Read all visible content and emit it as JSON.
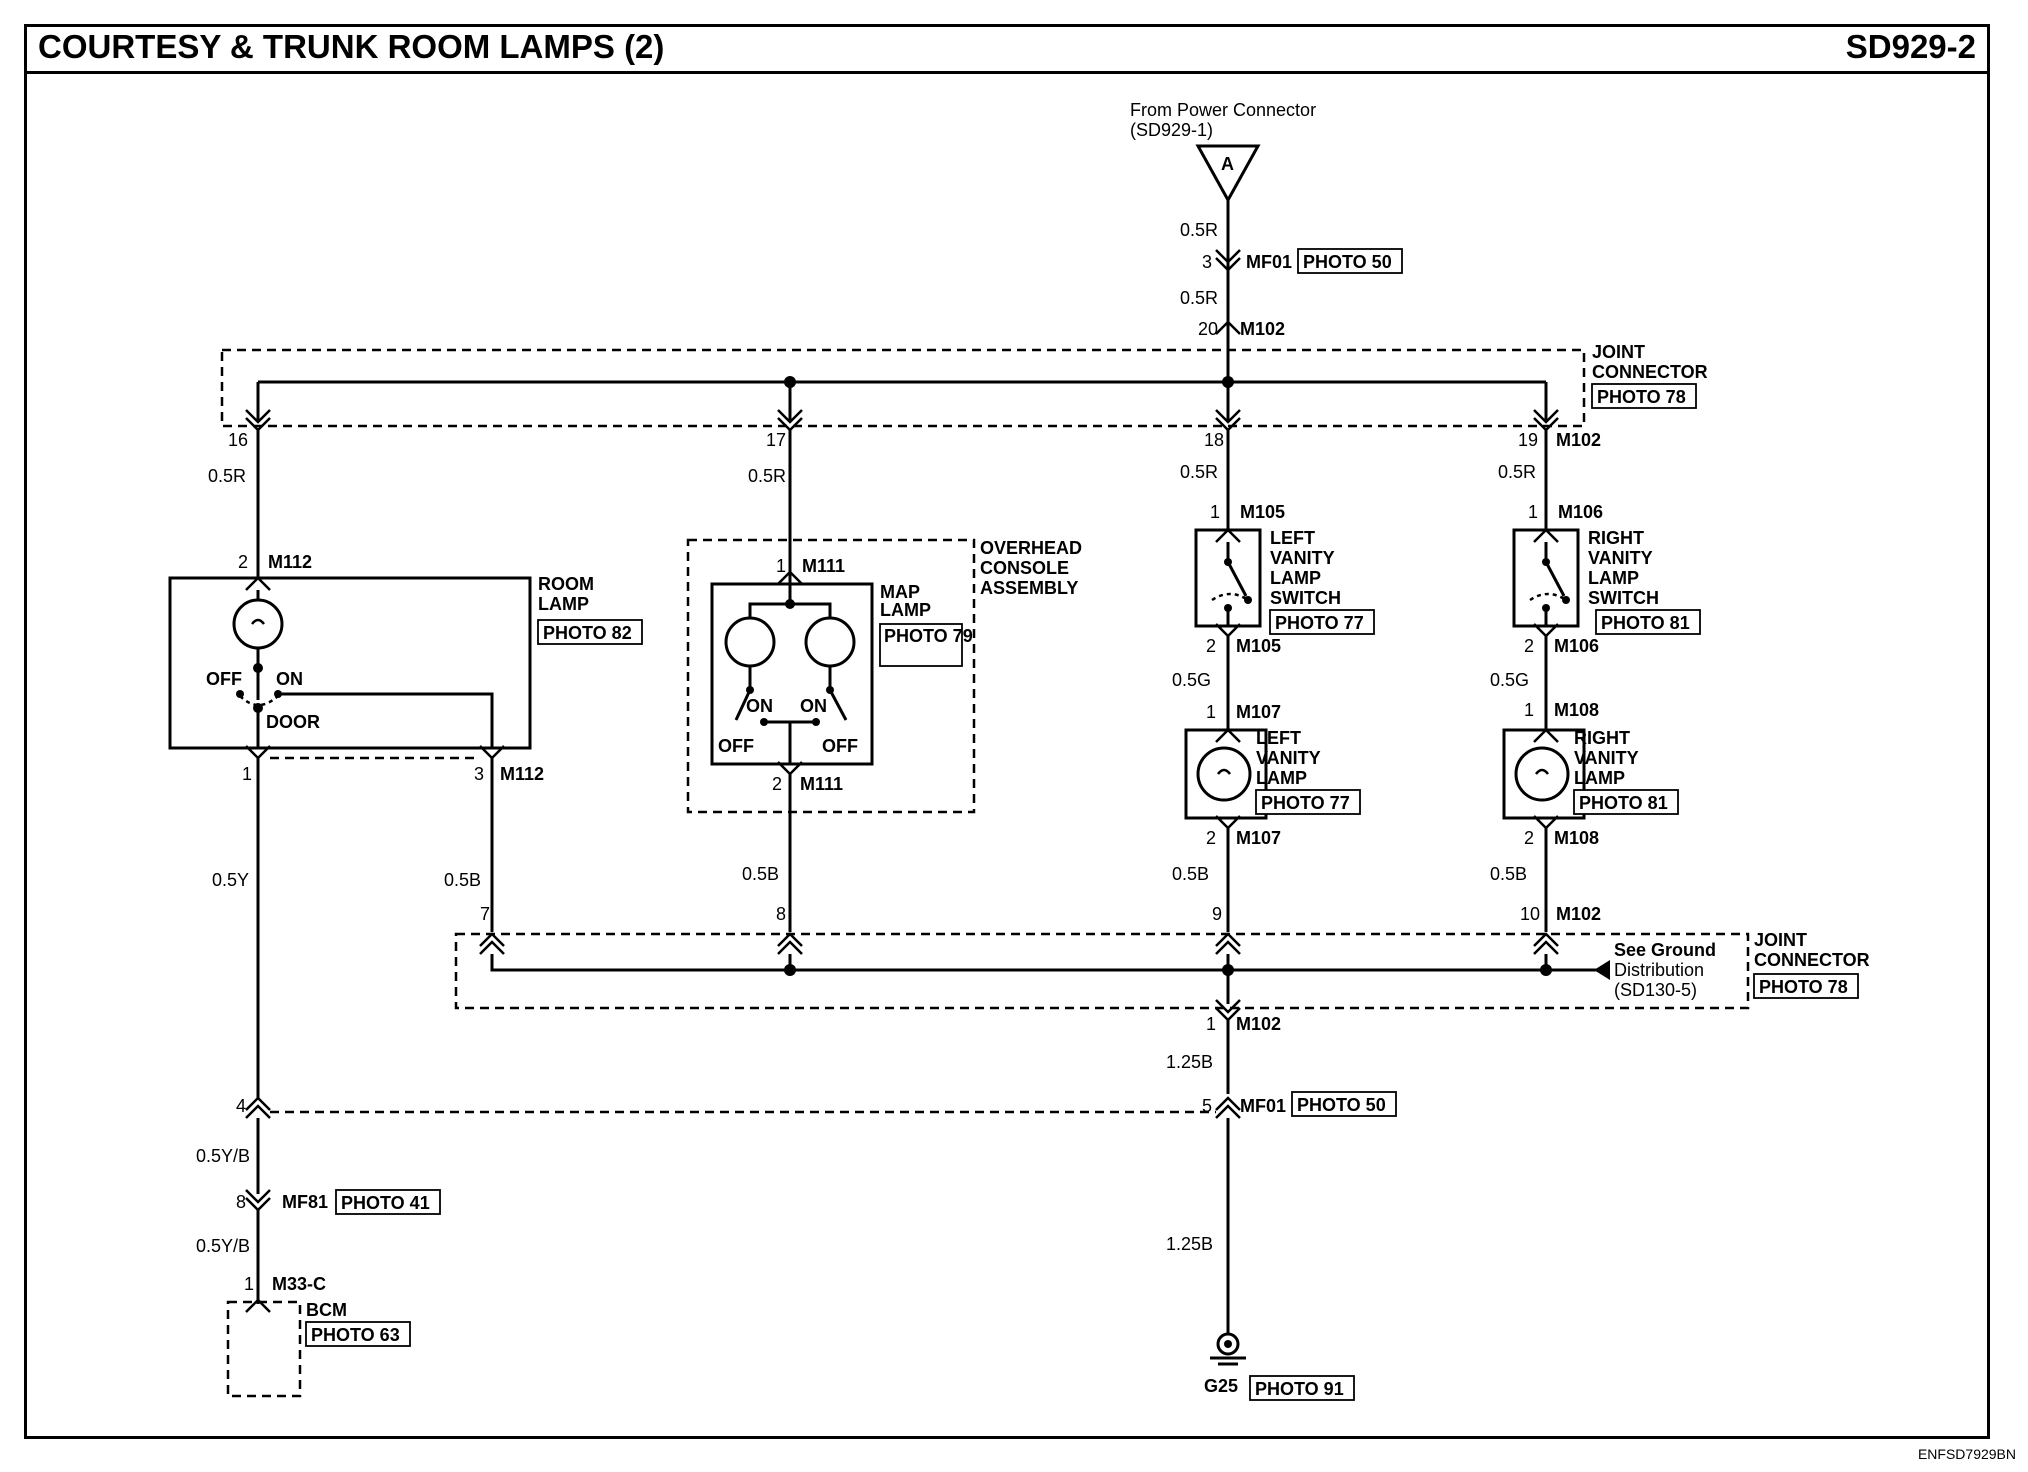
{
  "header": {
    "title": "COURTESY & TRUNK ROOM LAMPS (2)",
    "code": "SD929-2"
  },
  "footer": {
    "code": "ENFSD7929BN"
  },
  "source": {
    "text1": "From Power Connector",
    "text2": "(SD929-1)",
    "letter": "A"
  },
  "wires": {
    "w05R": "0.5R",
    "w05G": "0.5G",
    "w05B": "0.5B",
    "w05Y": "0.5Y",
    "w05YB": "0.5Y/B",
    "w125B": "1.25B"
  },
  "connectors": {
    "MF01": "MF01",
    "M102": "M102",
    "M105": "M105",
    "M106": "M106",
    "M107": "M107",
    "M108": "M108",
    "M111": "M111",
    "M112": "M112",
    "MF81": "MF81",
    "M33C": "M33-C",
    "G25": "G25"
  },
  "pins": {
    "p1": "1",
    "p2": "2",
    "p3": "3",
    "p4": "4",
    "p5": "5",
    "p7": "7",
    "p8": "8",
    "p9": "9",
    "p10": "10",
    "p16": "16",
    "p17": "17",
    "p18": "18",
    "p19": "19",
    "p20": "20"
  },
  "photos": {
    "p41": "PHOTO 41",
    "p50": "PHOTO 50",
    "p63": "PHOTO 63",
    "p77": "PHOTO 77",
    "p78": "PHOTO 78",
    "p79": "PHOTO 79",
    "p81": "PHOTO 81",
    "p82": "PHOTO 82",
    "p91": "PHOTO 91"
  },
  "components": {
    "joint": [
      "JOINT",
      "CONNECTOR"
    ],
    "room_lamp": [
      "ROOM",
      "LAMP"
    ],
    "overhead": [
      "OVERHEAD",
      "CONSOLE",
      "ASSEMBLY"
    ],
    "map_lamp": [
      "MAP",
      "LAMP"
    ],
    "left_switch": [
      "LEFT",
      "VANITY",
      "LAMP",
      "SWITCH"
    ],
    "right_switch": [
      "RIGHT",
      "VANITY",
      "LAMP",
      "SWITCH"
    ],
    "left_lamp": [
      "LEFT",
      "VANITY",
      "LAMP"
    ],
    "right_lamp": [
      "RIGHT",
      "VANITY",
      "LAMP"
    ],
    "bcm": "BCM"
  },
  "switch_labels": {
    "off": "OFF",
    "on": "ON",
    "door": "DOOR"
  },
  "ground_note": [
    "See Ground",
    "Distribution",
    "(SD130-5)"
  ]
}
